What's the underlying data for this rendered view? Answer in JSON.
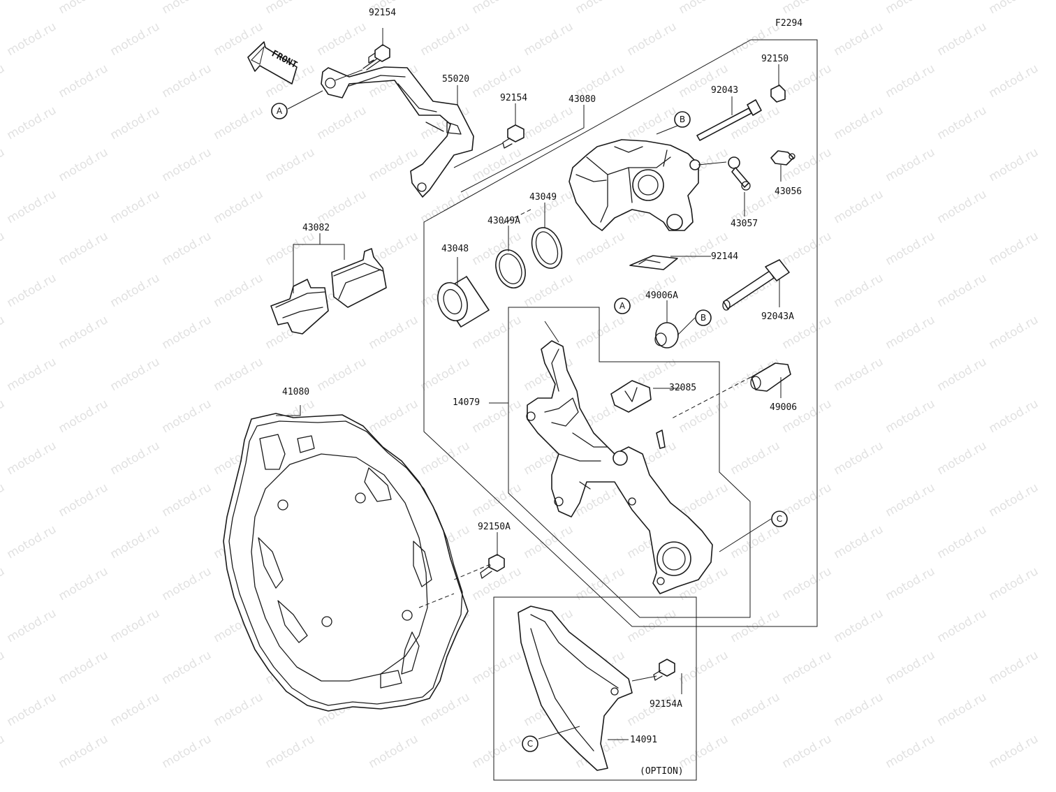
{
  "figure_code": "F2294",
  "watermark": "motod.ru",
  "front_arrow_label": "FRONT",
  "option_label": "(OPTION)",
  "parts": [
    {
      "number": "92154"
    },
    {
      "number": "55020"
    },
    {
      "number": "92154"
    },
    {
      "number": "43080"
    },
    {
      "number": "92150"
    },
    {
      "number": "92043"
    },
    {
      "number": "43056"
    },
    {
      "number": "43057"
    },
    {
      "number": "43082"
    },
    {
      "number": "43049A"
    },
    {
      "number": "43049"
    },
    {
      "number": "43048"
    },
    {
      "number": "92144"
    },
    {
      "number": "49006A"
    },
    {
      "number": "92043A"
    },
    {
      "number": "32085"
    },
    {
      "number": "14079"
    },
    {
      "number": "49006"
    },
    {
      "number": "41080"
    },
    {
      "number": "92150A"
    },
    {
      "number": "92154A"
    },
    {
      "number": "14091"
    }
  ],
  "reference_markers": [
    "A",
    "A",
    "B",
    "B",
    "C",
    "C"
  ]
}
